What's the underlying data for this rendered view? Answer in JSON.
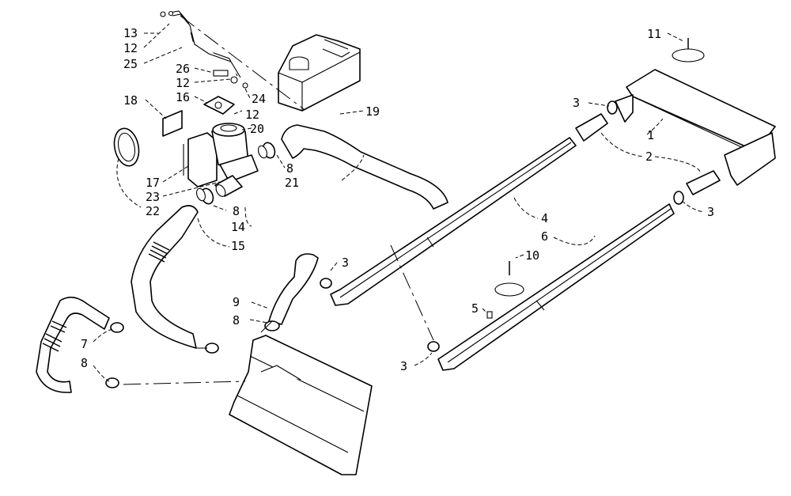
{
  "callouts": [
    {
      "id": "c13",
      "text": "13"
    },
    {
      "id": "c12a",
      "text": "12"
    },
    {
      "id": "c25",
      "text": "25"
    },
    {
      "id": "c26",
      "text": "26"
    },
    {
      "id": "c12b",
      "text": "12"
    },
    {
      "id": "c16",
      "text": "16"
    },
    {
      "id": "c24",
      "text": "24"
    },
    {
      "id": "c12c",
      "text": "12"
    },
    {
      "id": "c18",
      "text": "18"
    },
    {
      "id": "c20",
      "text": "20"
    },
    {
      "id": "c19",
      "text": "19"
    },
    {
      "id": "c17",
      "text": "17"
    },
    {
      "id": "c23",
      "text": "23"
    },
    {
      "id": "c22",
      "text": "22"
    },
    {
      "id": "c8a",
      "text": "8"
    },
    {
      "id": "c21",
      "text": "21"
    },
    {
      "id": "c8b",
      "text": "8"
    },
    {
      "id": "c14",
      "text": "14"
    },
    {
      "id": "c15",
      "text": "15"
    },
    {
      "id": "c11",
      "text": "11"
    },
    {
      "id": "c3a",
      "text": "3"
    },
    {
      "id": "c1",
      "text": "1"
    },
    {
      "id": "c2",
      "text": "2"
    },
    {
      "id": "c3b",
      "text": "3"
    },
    {
      "id": "c4",
      "text": "4"
    },
    {
      "id": "c6",
      "text": "6"
    },
    {
      "id": "c10",
      "text": "10"
    },
    {
      "id": "c3c",
      "text": "3"
    },
    {
      "id": "c9",
      "text": "9"
    },
    {
      "id": "c5",
      "text": "5"
    },
    {
      "id": "c8c",
      "text": "8"
    },
    {
      "id": "c7",
      "text": "7"
    },
    {
      "id": "c8d",
      "text": "8"
    },
    {
      "id": "c3d",
      "text": "3"
    }
  ]
}
